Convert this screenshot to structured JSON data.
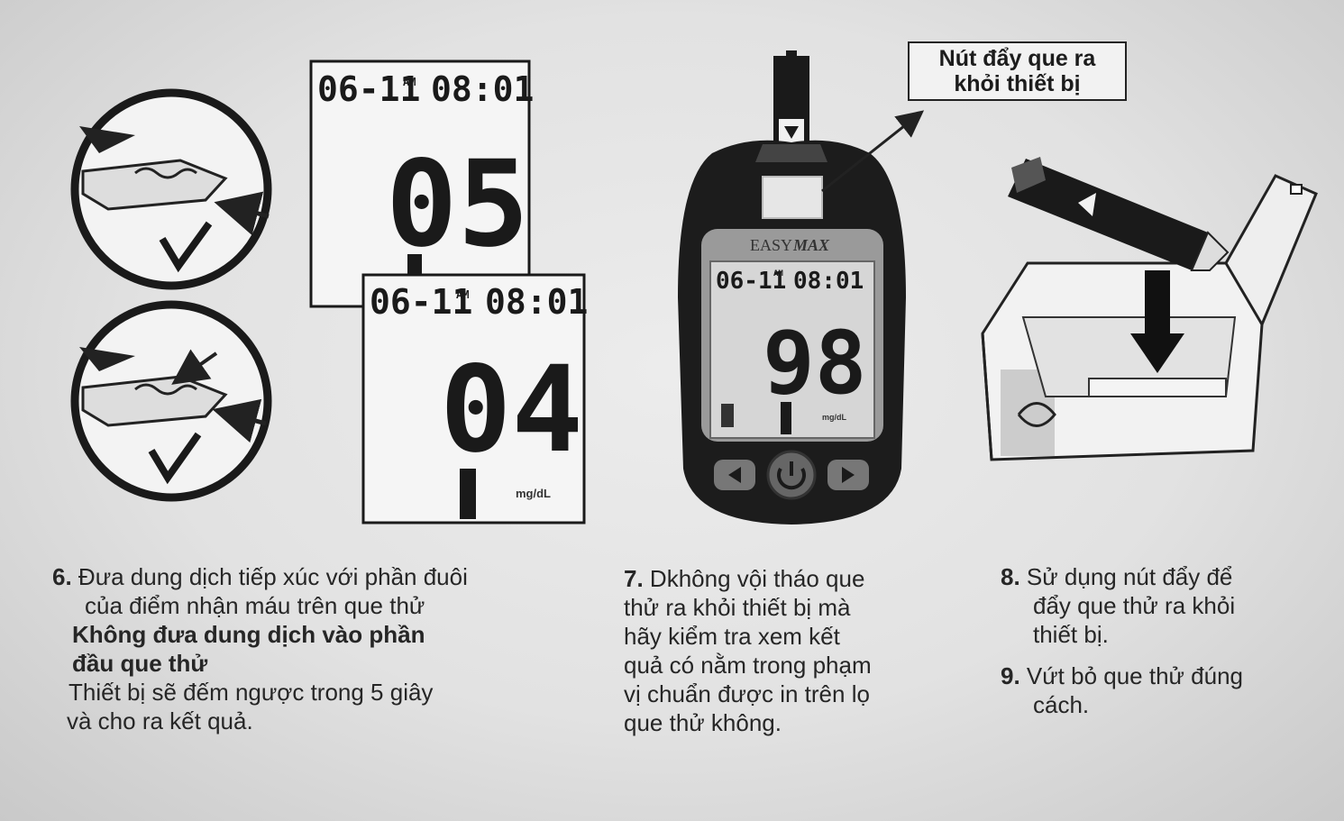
{
  "callout": {
    "text": "Nút đẩy que ra khỏi thiết bị"
  },
  "screens": {
    "upper": {
      "date": "06-11",
      "ampm": "AM",
      "time": "08:01",
      "countdown": "05"
    },
    "lower": {
      "date": "06-11",
      "ampm": "AM",
      "time": "08:01",
      "countdown": "04",
      "unit": "mg/dL"
    }
  },
  "meter": {
    "brand_a": "EASY",
    "brand_b": "MAX",
    "date": "06-11",
    "ampm": "AM",
    "time": "08:01",
    "reading": "98",
    "unit": "mg/dL"
  },
  "steps": {
    "six": {
      "number": "6.",
      "line1": "Đưa dung dịch tiếp xúc với phần đuôi",
      "line2": "của điểm nhận máu trên que thử",
      "bold1": "Không đưa dung dịch vào phần",
      "bold2": "đầu que thử",
      "line3": "Thiết bị sẽ đếm ngược trong 5 giây",
      "line4": "và cho ra kết quả."
    },
    "seven": {
      "number": "7.",
      "line1": "Dkhông vội tháo que",
      "line2": "thử ra khỏi thiết bị mà",
      "line3": "hãy kiểm tra xem kết",
      "line4": "quả có nằm trong phạm",
      "line5": "vị chuẩn được in trên lọ",
      "line6": "que thử không."
    },
    "eight": {
      "number": "8.",
      "line1": "Sử dụng nút đẩy để",
      "line2": "đẩy que thử ra khỏi",
      "line3": "thiết bị."
    },
    "nine": {
      "number": "9.",
      "line1": "Vứt bỏ que thử đúng",
      "line2": "cách."
    }
  }
}
